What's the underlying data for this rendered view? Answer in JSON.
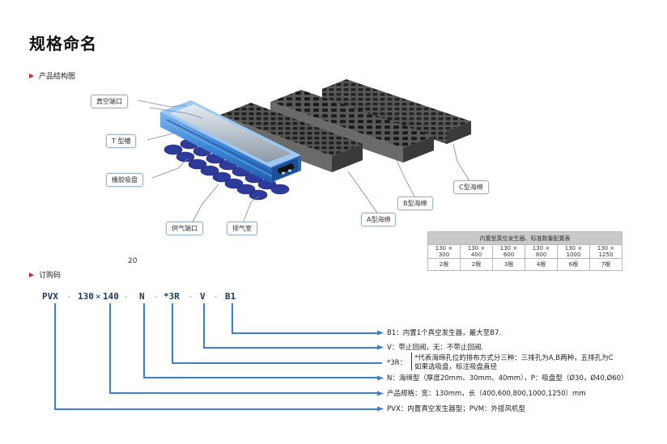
{
  "title": "规格命名",
  "section_structure": "产品结构图",
  "section_order": "订购码",
  "page_number": "20",
  "callouts": {
    "vacuum_port": "真空端口",
    "t_slot": "T 型槽",
    "rubber_cup": "橡胶吸盘",
    "air_supply_port": "供气端口",
    "exhaust_chamber": "排气室",
    "sponge_a": "A型海绵",
    "sponge_b": "B型海绵",
    "sponge_c": "C型海绵"
  },
  "table": {
    "header": "内置型真空发生器、标准数量配置表",
    "sizes": [
      "130 × 300",
      "130 × 400",
      "130 × 600",
      "130 × 800",
      "130 × 1000",
      "130 × 1250"
    ],
    "counts": [
      "2根",
      "2根",
      "3根",
      "4根",
      "6根",
      "7根"
    ]
  },
  "order_code": {
    "parts": [
      "PVX",
      "130",
      "140",
      "N",
      "*3R",
      "V",
      "B1"
    ],
    "sep_dash": "-",
    "sep_x": "×"
  },
  "descriptions": {
    "b1": "B1：内置1个真空发生器，最大至B7.",
    "v": "V：带止回阀，无：不带止回阀.",
    "r_prefix": "*3R：",
    "r_line1": "*代表海绵孔位的排布方式分三种：三排孔为A,B两种，五排孔为C",
    "r_line2": "如果选吸盘，标注吸盘直径",
    "n": "N：海绵型（厚度20mm、30mm、40mm），P：吸盘型（Ø30，Ø40,Ø60）",
    "size": "产品规格：宽：130mm，长（400,600,800,1000,1250）mm",
    "pvx": "PVX：内置真空发生器型；PVM：外接风机型"
  },
  "colors": {
    "accent_red": "#d9232d",
    "line_blue": "#3a7fd0",
    "code_blue": "#1a3c6a"
  }
}
